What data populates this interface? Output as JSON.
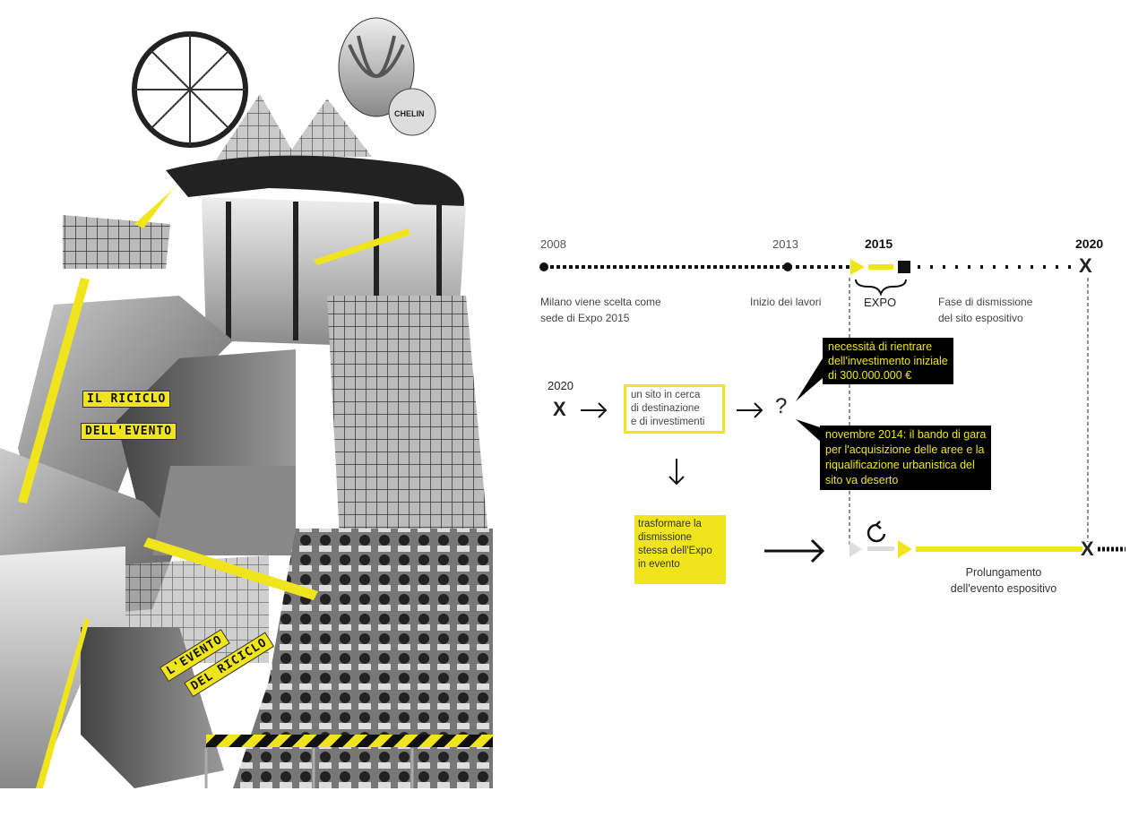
{
  "timeline": {
    "years": [
      "2008",
      "2013",
      "2015",
      "2020"
    ],
    "captions": {
      "milano": [
        "Milano viene scelta come",
        "sede di Expo 2015"
      ],
      "lavori": "Inizio dei lavori",
      "expo": "EXPO",
      "dismissione": [
        "Fase di dismissione",
        "del sito espositivo"
      ]
    },
    "end_marker": "X"
  },
  "flow": {
    "start_year": "2020",
    "start_marker": "X",
    "site_box": [
      "un sito in cerca",
      "di destinazione",
      "e di investimenti"
    ],
    "question": "?",
    "bubble_top": [
      "necessità di rientrare",
      "dell'investimento iniziale",
      "di 300.000.000 €"
    ],
    "bubble_bottom": [
      "novembre 2014: il bando di gara",
      "per l'acquisizione delle aree e la",
      "riqualificazione urbanistica del",
      "sito va deserto"
    ],
    "transform_box": [
      "trasformare la",
      "dismissione",
      "stessa dell'Expo",
      "in evento"
    ],
    "end_marker": "X",
    "prolong": [
      "Prolungamento",
      "dell'evento espositivo"
    ]
  },
  "collage": {
    "label1": [
      "IL RICICLO",
      "DELL'EVENTO"
    ],
    "label2": [
      "L'EVENTO",
      "DEL RICICLO"
    ],
    "balloon_text": "CHELIN"
  },
  "colors": {
    "accent": "#f0e51c",
    "ink": "#111111"
  }
}
